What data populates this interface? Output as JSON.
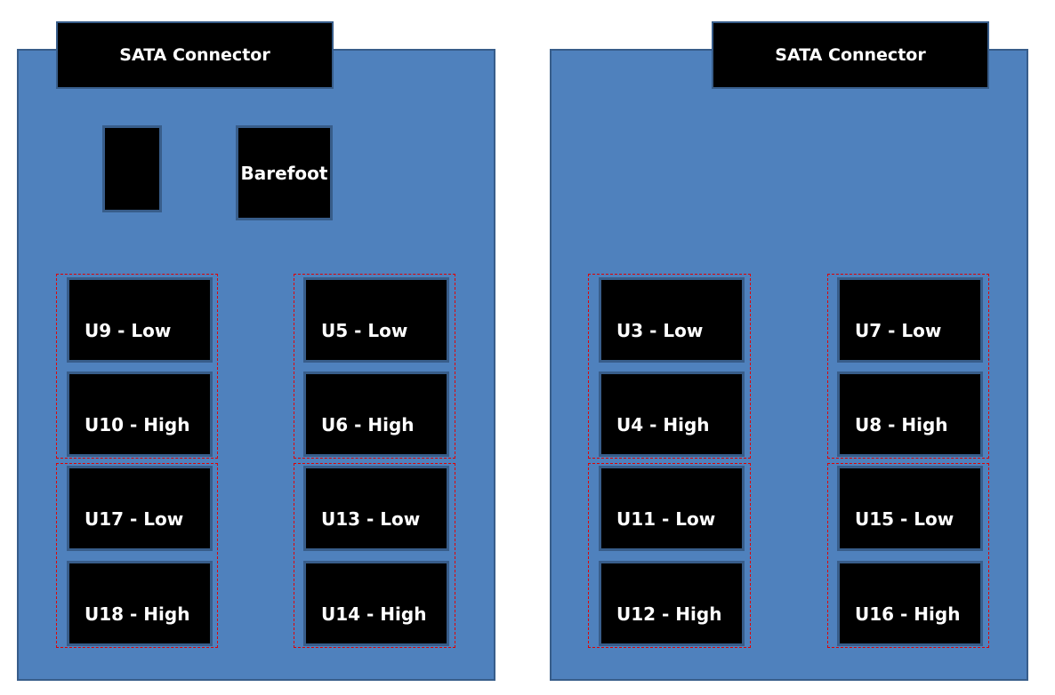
{
  "boards": {
    "left": {
      "connector_label": "SATA Connector",
      "controller_label": "Barefoot",
      "small_chip_label": "",
      "chips": {
        "u9": "U9 - Low",
        "u10": "U10 - High",
        "u5": "U5 - Low",
        "u6": "U6 - High",
        "u17": "U17 - Low",
        "u18": "U18 - High",
        "u13": "U13 - Low",
        "u14": "U14 - High"
      }
    },
    "right": {
      "connector_label": "SATA Connector",
      "chips": {
        "u3": "U3 - Low",
        "u4": "U4 - High",
        "u7": "U7 - Low",
        "u8": "U8 - High",
        "u11": "U11 - Low",
        "u12": "U12 - High",
        "u15": "U15 - Low",
        "u16": "U16 - High"
      }
    }
  },
  "colors": {
    "board_fill": "#4f81bd",
    "board_border": "#385d8a",
    "chip_fill": "#000000",
    "chip_text": "#ffffff",
    "group_outline": "#e00000"
  }
}
